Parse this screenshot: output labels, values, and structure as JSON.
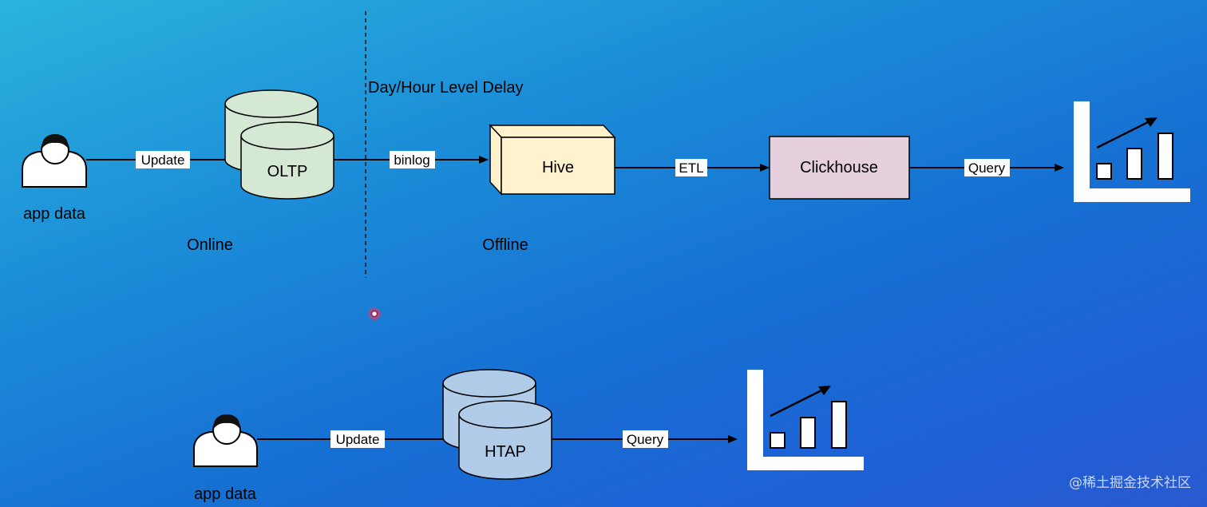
{
  "top": {
    "source_label": "app data",
    "online_label": "Online",
    "offline_label": "Offline",
    "delay_label": "Day/Hour Level Delay",
    "update_label": "Update",
    "oltp_label": "OLTP",
    "binlog_label": "binlog",
    "hive_label": "Hive",
    "etl_label": "ETL",
    "clickhouse_label": "Clickhouse",
    "query_label": "Query"
  },
  "bottom": {
    "source_label": "app data",
    "update_label": "Update",
    "htap_label": "HTAP",
    "query_label": "Query"
  },
  "watermark": "@稀土掘金技术社区",
  "colors": {
    "oltp_fill": "#d5e8d4",
    "hive_fill": "#fff2cc",
    "clickhouse_fill": "#e6d0de",
    "htap_fill": "#b1cce8",
    "edge_label_bg": "#ffffff"
  }
}
